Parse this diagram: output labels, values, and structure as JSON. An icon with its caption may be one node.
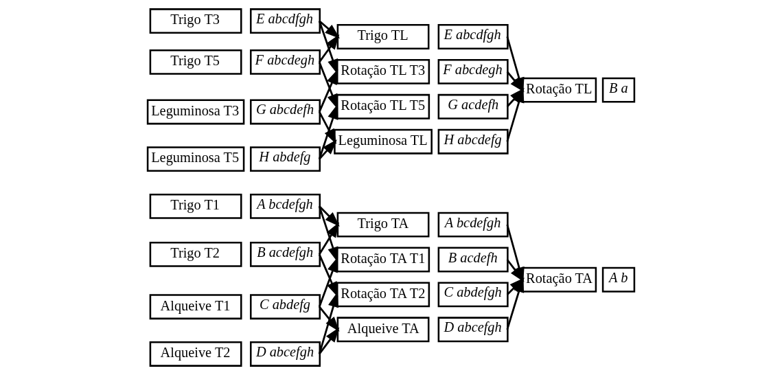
{
  "diagram": {
    "nodes": [
      {
        "text": [
          "Trigo T1"
        ]
      },
      {
        "text": [
          "A bcdefgh"
        ]
      },
      {
        "text": [
          "Trigo T2"
        ]
      },
      {
        "text": [
          "B acdefgh"
        ]
      },
      {
        "text": [
          "Alqueive T1"
        ]
      },
      {
        "text": [
          "C abdefg"
        ]
      },
      {
        "text": [
          "Alqueive T2"
        ]
      },
      {
        "text": [
          "D abcefgh"
        ]
      },
      {
        "text": [
          "Trigo T3"
        ]
      },
      {
        "text": [
          "E abcdfgh"
        ]
      },
      {
        "text": [
          "Trigo T5"
        ]
      },
      {
        "text": [
          "F abcdegh"
        ]
      },
      {
        "text": [
          "Leguminosa T3"
        ]
      },
      {
        "text": [
          "G abcdefh"
        ]
      },
      {
        "text": [
          "Leguminosa T5"
        ]
      },
      {
        "text": [
          "H abdefg"
        ]
      },
      {
        "text": [
          "Trigo TA"
        ]
      },
      {
        "text": [
          "A bcdefgh"
        ]
      },
      {
        "text": [
          "Rotação TA T1"
        ]
      },
      {
        "text": [
          "B acdefh"
        ]
      },
      {
        "text": [
          "Rotação TA T2"
        ]
      },
      {
        "text": [
          "C abdefgh"
        ]
      },
      {
        "text": [
          "Alqueive TA"
        ]
      },
      {
        "text": [
          "D abcefgh"
        ]
      },
      {
        "text": [
          "Trigo TL"
        ]
      },
      {
        "text": [
          "E abcdfgh"
        ]
      },
      {
        "text": [
          "Rotação TL T3"
        ]
      },
      {
        "text": [
          "F abcdegh"
        ]
      },
      {
        "text": [
          "Rotação TL T5"
        ]
      },
      {
        "text": [
          "G acdefh"
        ]
      },
      {
        "text": [
          "Leguminosa TL"
        ]
      },
      {
        "text": [
          "H abcdefg"
        ]
      },
      {
        "text": [
          "Rotação TA"
        ]
      },
      {
        "text": [
          "A b"
        ]
      },
      {
        "text": [
          "Rotação TL"
        ]
      },
      {
        "text": [
          "B a"
        ]
      }
    ],
    "edges": [
      {
        "from": 1,
        "to": 16,
        "arrow": "to"
      },
      {
        "from": 1,
        "to": 18,
        "arrow": "to"
      },
      {
        "from": 3,
        "to": 16,
        "arrow": "to"
      },
      {
        "from": 3,
        "to": 20,
        "arrow": "to"
      },
      {
        "from": 5,
        "to": 18,
        "arrow": "to"
      },
      {
        "from": 5,
        "to": 22,
        "arrow": "to"
      },
      {
        "from": 7,
        "to": 20,
        "arrow": "to"
      },
      {
        "from": 7,
        "to": 22,
        "arrow": "to"
      },
      {
        "from": 9,
        "to": 24,
        "arrow": "to"
      },
      {
        "from": 9,
        "to": 26,
        "arrow": "to"
      },
      {
        "from": 11,
        "to": 24,
        "arrow": "to"
      },
      {
        "from": 11,
        "to": 28,
        "arrow": "to"
      },
      {
        "from": 13,
        "to": 26,
        "arrow": "to"
      },
      {
        "from": 13,
        "to": 30,
        "arrow": "to"
      },
      {
        "from": 15,
        "to": 28,
        "arrow": "to"
      },
      {
        "from": 15,
        "to": 30,
        "arrow": "to"
      },
      {
        "from": 17,
        "to": 32,
        "arrow": "to"
      },
      {
        "from": 19,
        "to": 32,
        "arrow": "to"
      },
      {
        "from": 21,
        "to": 32,
        "arrow": "to"
      },
      {
        "from": 23,
        "to": 32,
        "arrow": "to"
      },
      {
        "from": 25,
        "to": 34,
        "arrow": "to"
      },
      {
        "from": 27,
        "to": 34,
        "arrow": "to"
      },
      {
        "from": 29,
        "to": 34,
        "arrow": "to"
      },
      {
        "from": 31,
        "to": 34,
        "arrow": "to"
      }
    ]
  }
}
